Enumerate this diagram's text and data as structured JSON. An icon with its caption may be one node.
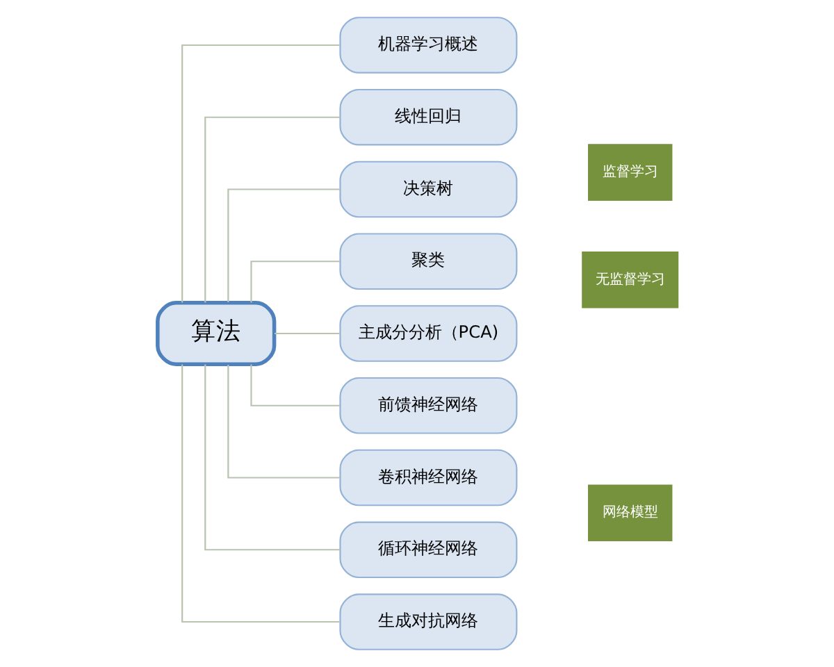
{
  "diagram": {
    "nodes": [
      {
        "text": [
          "算法"
        ]
      },
      {
        "text": [
          "机器学习概述"
        ]
      },
      {
        "text": [
          "线性回归"
        ]
      },
      {
        "text": [
          "决策树"
        ]
      },
      {
        "text": [
          "聚类"
        ]
      },
      {
        "text": [
          "主成分分析（PCA)"
        ]
      },
      {
        "text": [
          "前馈神经网络"
        ]
      },
      {
        "text": [
          "卷积神经网络"
        ]
      },
      {
        "text": [
          "循环神经网络"
        ]
      },
      {
        "text": [
          "生成对抗网络"
        ]
      },
      {
        "text": [
          "监督学习"
        ]
      },
      {
        "text": [
          "无监督学习"
        ]
      },
      {
        "text": [
          "网络模型"
        ]
      }
    ],
    "edges": [
      {
        "from": 0,
        "to": 1,
        "arrow": "none"
      },
      {
        "from": 0,
        "to": 2,
        "arrow": "none"
      },
      {
        "from": 0,
        "to": 3,
        "arrow": "none"
      },
      {
        "from": 0,
        "to": 4,
        "arrow": "none"
      },
      {
        "from": 0,
        "to": 5,
        "arrow": "none"
      },
      {
        "from": 0,
        "to": 6,
        "arrow": "none"
      },
      {
        "from": 0,
        "to": 7,
        "arrow": "none"
      },
      {
        "from": 0,
        "to": 8,
        "arrow": "none"
      },
      {
        "from": 0,
        "to": 9,
        "arrow": "none"
      }
    ]
  }
}
